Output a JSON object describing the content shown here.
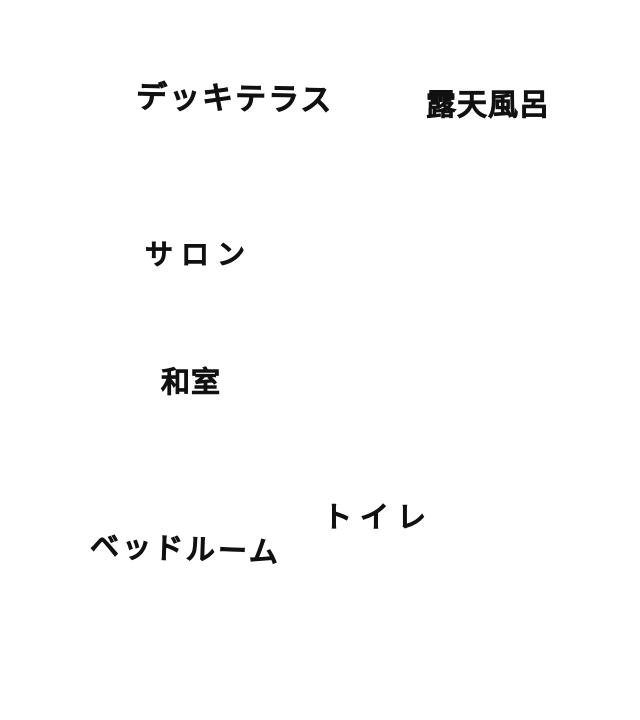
{
  "rooms": {
    "deck_terrace": "デッキテラス",
    "open_air_bath": "露天風呂",
    "salon": "サロン",
    "japanese_room": "和室",
    "toilet": "トイレ",
    "bedroom": "ベッドルーム"
  },
  "colors": {
    "background": "#ffffff",
    "text": "#111111",
    "outline": "#ffffff"
  }
}
